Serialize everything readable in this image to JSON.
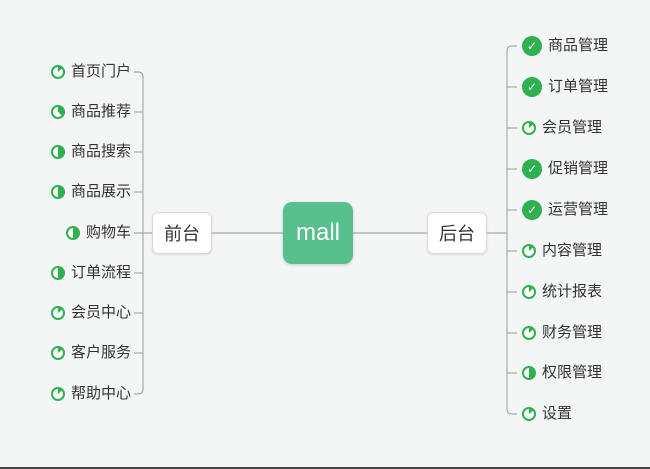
{
  "colors": {
    "bg": "#f4f5f5",
    "node_green": "#57c08c",
    "icon_green": "#2fb14f",
    "line": "#a9a9a9",
    "text": "#333333",
    "node_border": "#d9d9d9",
    "bottom_edge": "#454545"
  },
  "icons": {
    "check_glyph": "✓"
  },
  "map": {
    "root": {
      "label": "mall"
    },
    "branches": [
      {
        "side": "left",
        "label": "前台",
        "items": [
          {
            "label": "首页门户",
            "progress": 0.125
          },
          {
            "label": "商品推荐",
            "progress": 0.375
          },
          {
            "label": "商品搜索",
            "progress": 0.5
          },
          {
            "label": "商品展示",
            "progress": 0.5
          },
          {
            "label": "购物车",
            "progress": 0.5
          },
          {
            "label": "订单流程",
            "progress": 0.5
          },
          {
            "label": "会员中心",
            "progress": 0.125
          },
          {
            "label": "客户服务",
            "progress": 0.125
          },
          {
            "label": "帮助中心",
            "progress": 0.125
          }
        ]
      },
      {
        "side": "right",
        "label": "后台",
        "items": [
          {
            "label": "商品管理",
            "progress": 1
          },
          {
            "label": "订单管理",
            "progress": 1
          },
          {
            "label": "会员管理",
            "progress": 0.125
          },
          {
            "label": "促销管理",
            "progress": 1
          },
          {
            "label": "运营管理",
            "progress": 1
          },
          {
            "label": "内容管理",
            "progress": 0.125
          },
          {
            "label": "统计报表",
            "progress": 0.125
          },
          {
            "label": "财务管理",
            "progress": 0.125
          },
          {
            "label": "权限管理",
            "progress": 0.5
          },
          {
            "label": "设置",
            "progress": 0.125
          }
        ]
      }
    ]
  }
}
